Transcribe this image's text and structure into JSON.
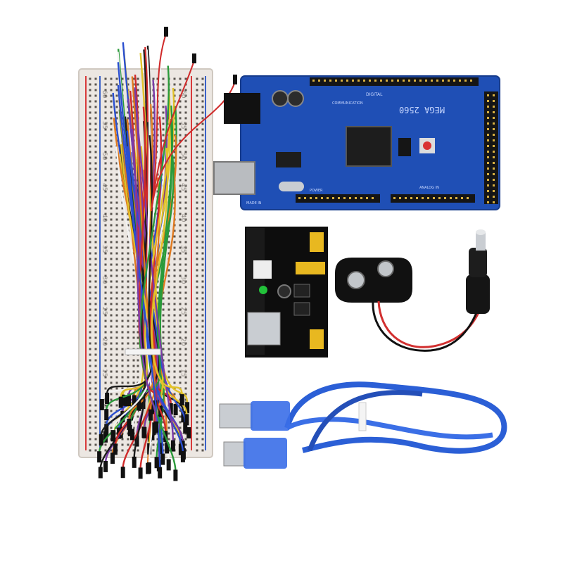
{
  "board": {
    "silkscreen_title": "MEGA 2560",
    "digital_label": "DIGITAL",
    "communication_label": "COMMUNICATION",
    "power_label": "POWER",
    "analog_label": "ANALOG IN",
    "made_in_label": "MADE IN"
  },
  "breadboard": {
    "row_numbers": [
      "60",
      "55",
      "50",
      "45",
      "40",
      "35",
      "30",
      "25",
      "20",
      "15",
      "10",
      "5"
    ]
  },
  "colors": {
    "background": "#ffffff",
    "board_blue": "#1f4fb5",
    "header_black": "#151515",
    "breadboard": "#ece7e2",
    "rail_red": "#d83a3a",
    "rail_blue": "#3a62c8",
    "cable_blue": "#2b5fd6",
    "wire_colors": [
      "#1b1b1b",
      "#d02a2a",
      "#2a4fd0",
      "#2a9a3a",
      "#e2c229",
      "#7a3aa8",
      "#f2f2f2",
      "#e07a1f"
    ]
  }
}
